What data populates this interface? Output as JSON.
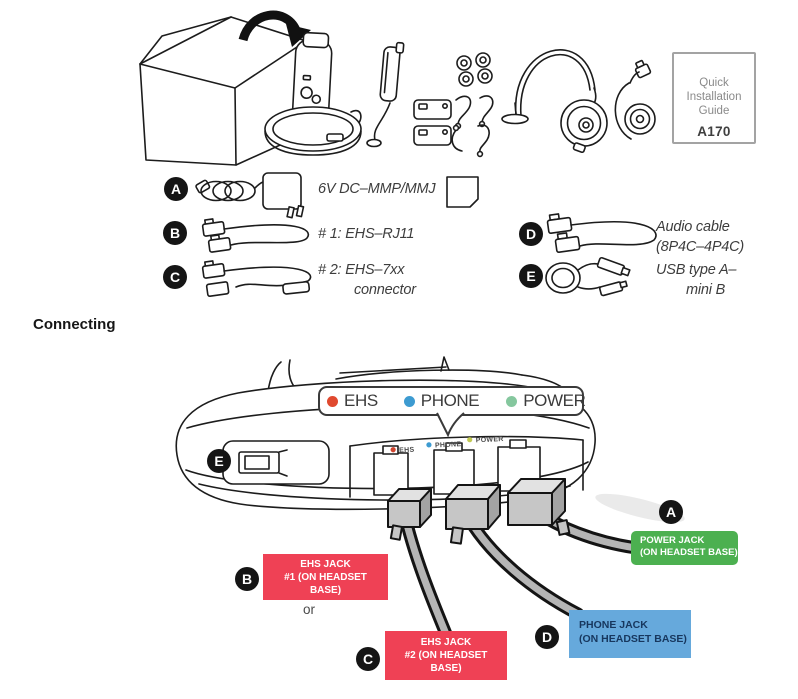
{
  "document": {
    "section_heading": "Connecting"
  },
  "guide_box": {
    "line1": "Quick",
    "line2": "Installation",
    "line3": "Guide",
    "model": "A170"
  },
  "items": [
    {
      "id": "A",
      "label": "6V DC–MMP/MMJ",
      "label2": ""
    },
    {
      "id": "B",
      "label": "# 1:  EHS–RJ11",
      "label2": ""
    },
    {
      "id": "C",
      "label": "# 2:  EHS–7xx",
      "label2": "connector"
    },
    {
      "id": "D",
      "label": "Audio cable",
      "label2": "(8P4C–4P4C)"
    },
    {
      "id": "E",
      "label": "USB type A–",
      "label2": "mini B"
    }
  ],
  "callout": {
    "entries": [
      {
        "label": "EHS",
        "dot_color": "#E0492F"
      },
      {
        "label": "PHONE",
        "dot_color": "#3D9BD1"
      },
      {
        "label": "POWER",
        "dot_color": "#85C79E"
      }
    ]
  },
  "base_ports": [
    {
      "label": "EHS",
      "dot_color": "#D0452F"
    },
    {
      "label": "PHONE",
      "dot_color": "#3D9BD1"
    },
    {
      "label": "POWER",
      "dot_color": "#C2C952"
    }
  ],
  "connector_labels": {
    "power": {
      "marker": "A",
      "line1": "POWER JACK",
      "line2": "(ON HEADSET BASE)",
      "bg": "#4CB050"
    },
    "ehs1": {
      "marker": "B",
      "line1": "EHS JACK",
      "line2": "#1 (ON HEADSET",
      "line3": "BASE)",
      "bg": "#EF4155"
    },
    "ehs2": {
      "marker": "C",
      "line1": "EHS JACK",
      "line2": "#2 (ON HEADSET",
      "line3": "BASE)",
      "bg": "#EF4155"
    },
    "phone": {
      "marker": "D",
      "line1": "PHONE JACK",
      "line2": "(ON HEADSET BASE)",
      "bg": "#66A9DC"
    },
    "alternative": "or"
  },
  "illustrations": [
    "packaging-box",
    "unbox-arrow",
    "charging-base-with-headset",
    "boom-arm-module",
    "ear-tips",
    "batteries",
    "ear-hooks",
    "headband-headset",
    "earloop-headset",
    "power-adapter",
    "wall-plate",
    "ehs-rj11-cable",
    "ehs-7xx-cable",
    "audio-cable",
    "usb-cable",
    "base-rear-view",
    "rj-plugs-with-cables"
  ]
}
